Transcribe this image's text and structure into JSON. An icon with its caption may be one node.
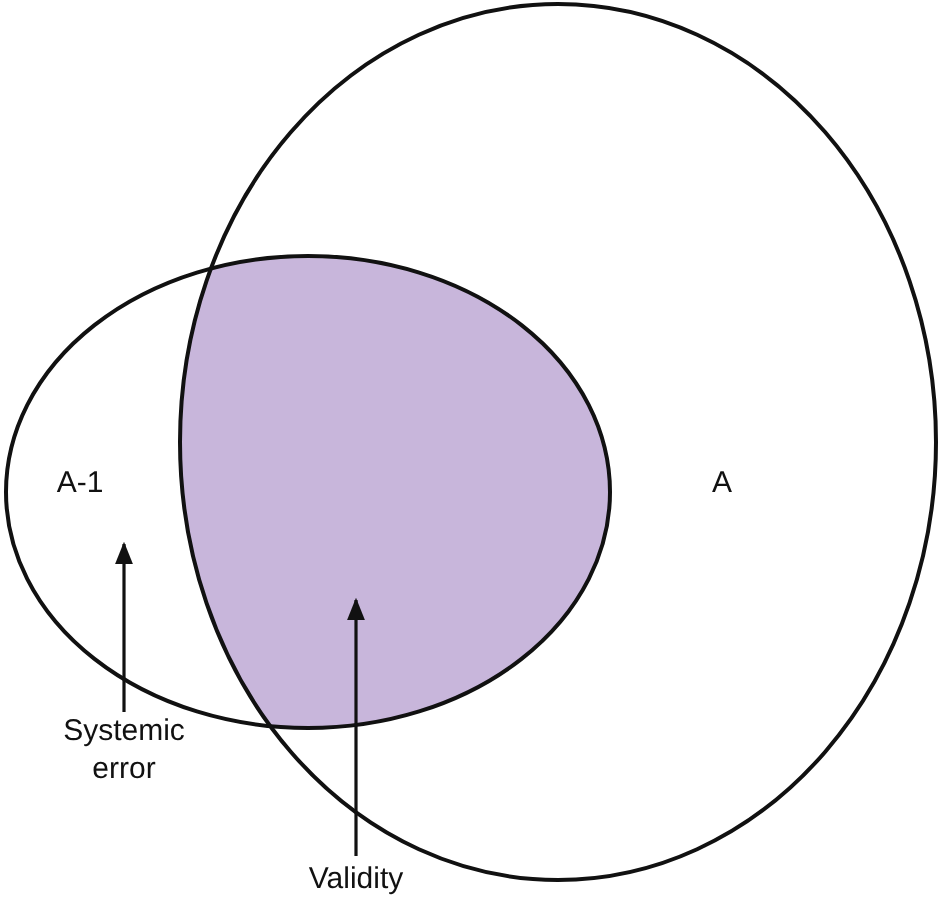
{
  "diagram": {
    "nodes": [
      {
        "text": [
          "A-1"
        ]
      },
      {
        "text": [
          "A"
        ]
      },
      {
        "text": [],
        "shape": "lens"
      },
      {
        "text": [
          "Systemic error"
        ]
      },
      {
        "text": [
          "Validity"
        ]
      }
    ],
    "edges": [
      {
        "from": 3,
        "to": 0,
        "arrow": "to"
      },
      {
        "from": 4,
        "to": 2,
        "arrow": "to"
      }
    ]
  }
}
